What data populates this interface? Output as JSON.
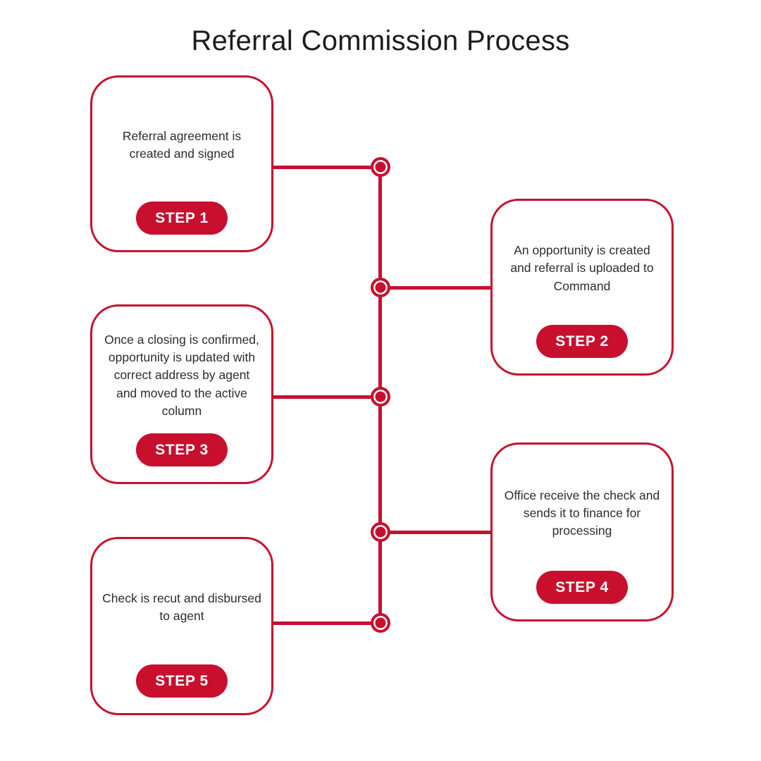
{
  "title": "Referral Commission Process",
  "colors": {
    "accent_red": "#C8102E",
    "badge_text": "#FFFFFF",
    "body_text": "#2D2D2D",
    "title_text": "#1C1C1C",
    "background": "#FFFFFF"
  },
  "diagram": {
    "type": "vertical-timeline-flowchart",
    "steps": [
      {
        "label": "STEP 1",
        "description": "Referral agreement is created and signed",
        "side": "left"
      },
      {
        "label": "STEP 2",
        "description": "An opportunity is created and referral is uploaded to Command",
        "side": "right"
      },
      {
        "label": "STEP 3",
        "description": "Once a closing is confirmed, opportunity is updated with correct address by agent and moved to the active column",
        "side": "left"
      },
      {
        "label": "STEP 4",
        "description": "Office receive the check and sends it to finance for processing",
        "side": "right"
      },
      {
        "label": "STEP 5",
        "description": "Check is recut and disbursed to agent",
        "side": "left"
      }
    ]
  }
}
